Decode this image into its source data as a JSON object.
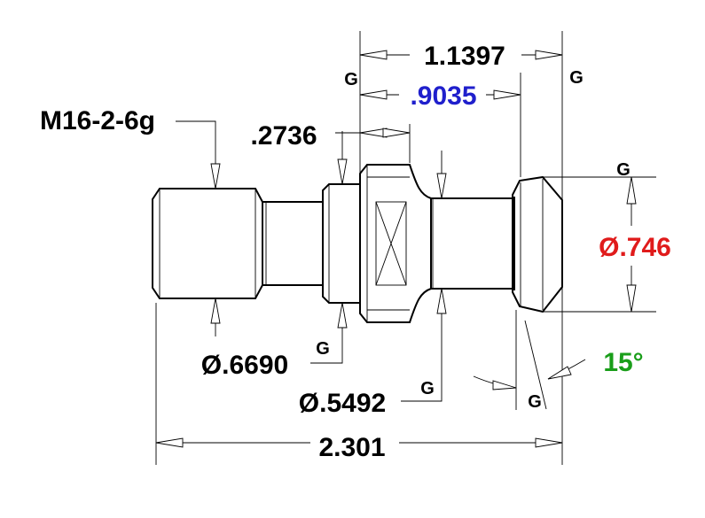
{
  "dimensions": {
    "overall_length": "2.301",
    "length_1": "1.1397",
    "length_2": ".9035",
    "length_3": ".2736",
    "thread": "M16-2-6g",
    "dia_flange": "Ø.746",
    "dia_groove": "Ø.6690",
    "dia_neck": "Ø.5492",
    "angle": "15°"
  },
  "gdt_marks": {
    "g1": "G",
    "g2": "G",
    "g3": "G",
    "g4": "G",
    "g5": "G",
    "g6": "G"
  },
  "colors": {
    "outline": "#000000",
    "dim_blue": "#1f1fcc",
    "dim_red": "#e01b1b",
    "dim_green": "#1a9e1a"
  }
}
